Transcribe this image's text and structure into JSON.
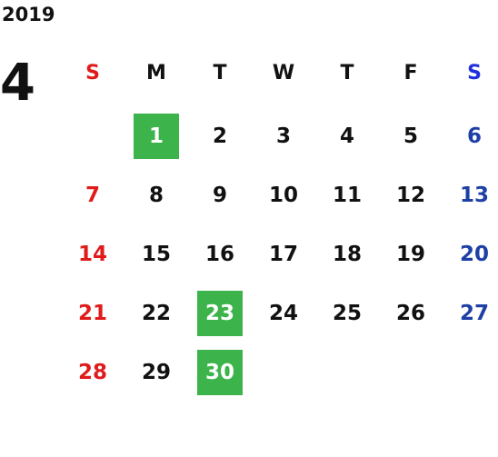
{
  "calendar": {
    "year": "2019",
    "month": "4",
    "weekdays": [
      "S",
      "M",
      "T",
      "W",
      "T",
      "F",
      "S"
    ],
    "weeks": [
      [
        "",
        "1",
        "2",
        "3",
        "4",
        "5",
        "6"
      ],
      [
        "7",
        "8",
        "9",
        "10",
        "11",
        "12",
        "13"
      ],
      [
        "14",
        "15",
        "16",
        "17",
        "18",
        "19",
        "20"
      ],
      [
        "21",
        "22",
        "23",
        "24",
        "25",
        "26",
        "27"
      ],
      [
        "28",
        "29",
        "30",
        "",
        "",
        "",
        ""
      ]
    ],
    "highlighted_days": [
      "1",
      "23",
      "30"
    ],
    "colors": {
      "sunday": "#e01b1b",
      "saturday": "#1e3fa6",
      "saturday_header": "#1f2fe0",
      "highlight_bg": "#3cb44b",
      "highlight_text": "#ffffff",
      "default_text": "#111111"
    }
  }
}
